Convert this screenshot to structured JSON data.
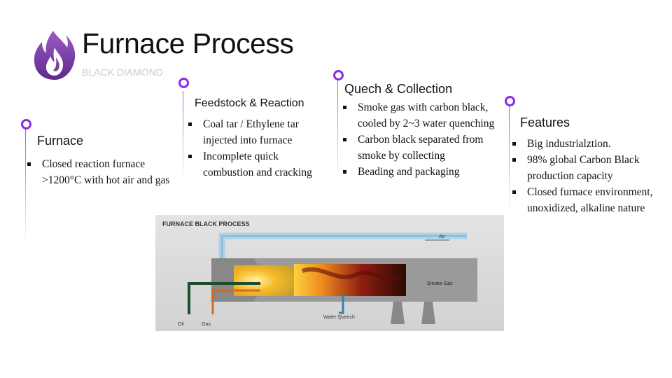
{
  "header": {
    "title": "Furnace Process",
    "subtitle": "BLACK DIAMOND"
  },
  "colors": {
    "accent": "#8a2be2",
    "logo_purple": "#7b3fa0",
    "pipe_blue": "#a9d3ea"
  },
  "steps": [
    {
      "heading": "Furnace",
      "bullets": [
        "Closed reaction furnace",
        ">1200°C with hot air and gas"
      ]
    },
    {
      "heading": "Feedstock & Reaction",
      "bullets": [
        "Coal tar / Ethylene tar",
        "injected into furnace",
        "Incomplete quick",
        "combustion and cracking"
      ]
    },
    {
      "heading": "Quech & Collection",
      "bullets": [
        "Smoke gas with carbon black,",
        "cooled by 2~3 water quenching",
        "Carbon black separated from",
        "smoke by collecting",
        "Beading and packaging"
      ]
    },
    {
      "heading": "Features",
      "bullets": [
        "Big industrialztion.",
        "98% global Carbon Black",
        "production capacity",
        "Closed furnace environment,",
        "unoxidized, alkaline nature"
      ]
    }
  ],
  "diagram": {
    "title": "FURNACE BLACK PROCESS",
    "labels": {
      "air": "Air",
      "smoke_gas": "Smoke Gas",
      "water_quench": "Water Quench",
      "oil": "Oil",
      "gas": "Gas"
    }
  },
  "icons": {
    "logo": "flame-logo-icon"
  }
}
